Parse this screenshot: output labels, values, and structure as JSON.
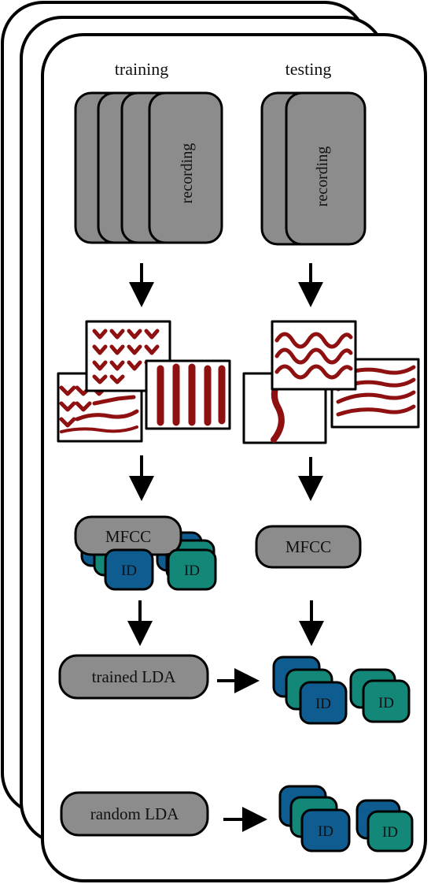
{
  "columns": {
    "training": "training",
    "testing": "testing"
  },
  "recording_label": "recording",
  "feature_label": "MFCC",
  "id_label": "ID",
  "models": {
    "trained": "trained LDA",
    "random": "random LDA"
  },
  "colors": {
    "card_stroke": "#000000",
    "card_fill": "#ffffff",
    "gray_box": "#8c8c8c",
    "id_blue": "#0f5c91",
    "id_teal": "#138778",
    "spectrogram_stroke": "#8e1010"
  }
}
